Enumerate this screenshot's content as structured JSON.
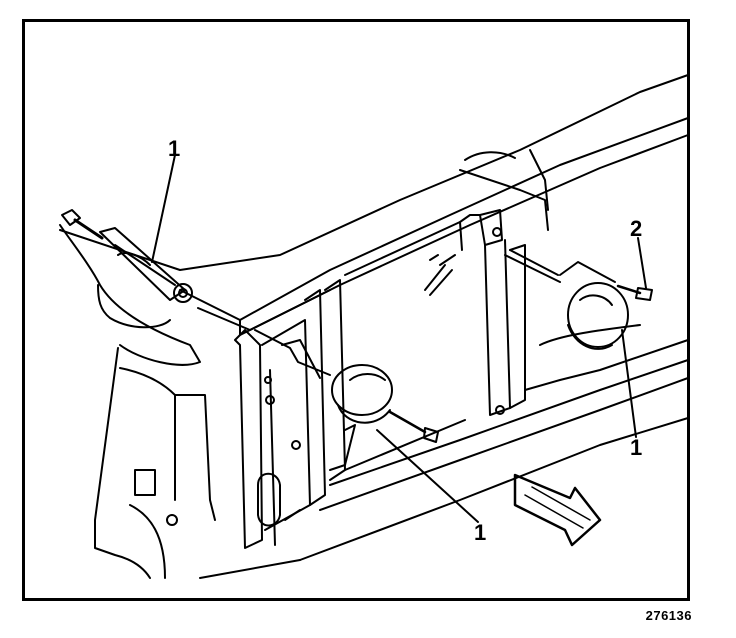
{
  "callouts": [
    {
      "id": "horn-left",
      "label": "1"
    },
    {
      "id": "horn-center",
      "label": "1"
    },
    {
      "id": "horn-right",
      "label": "1"
    },
    {
      "id": "horn-bolt",
      "label": "2"
    }
  ],
  "figure_number": "276136",
  "colors": {
    "ink": "#000000",
    "paper": "#ffffff"
  }
}
